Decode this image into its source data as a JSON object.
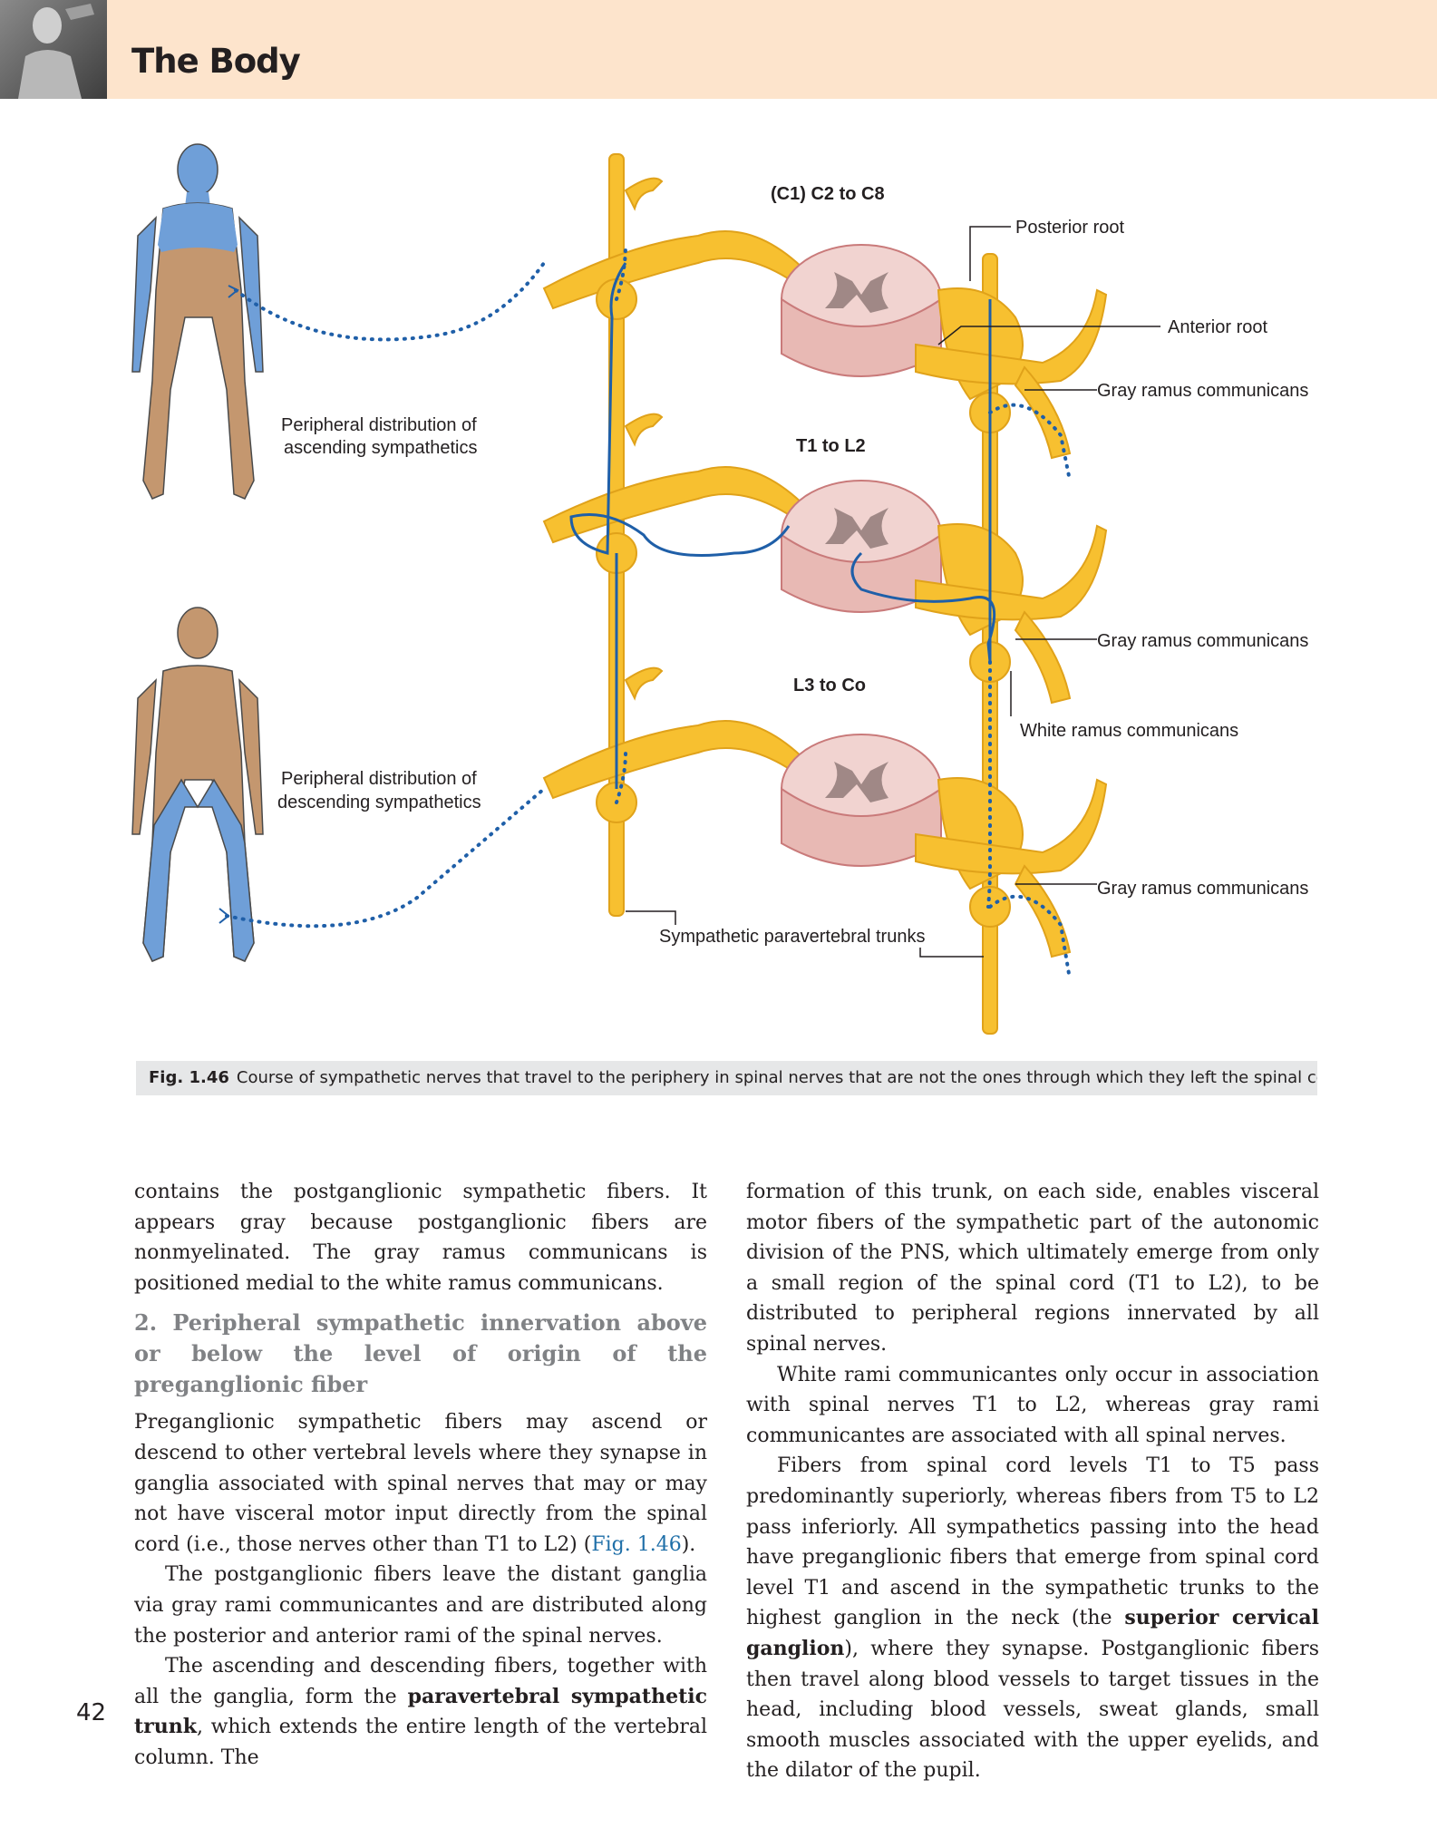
{
  "header": {
    "title": "The Body"
  },
  "figure": {
    "labels": {
      "c1c8": "(C1) C2 to C8",
      "t1l2": "T1 to L2",
      "l3co": "L3 to Co",
      "posterior_root": "Posterior root",
      "anterior_root": "Anterior root",
      "gray_ramus_1": "Gray ramus communicans",
      "gray_ramus_2": "Gray ramus communicans",
      "gray_ramus_3": "Gray ramus communicans",
      "white_ramus": "White ramus communicans",
      "asc_line1": "Peripheral distribution of",
      "asc_line2": "ascending sympathetics",
      "desc_line1": "Peripheral distribution of",
      "desc_line2": "descending sympathetics",
      "trunks": "Sympathetic paravertebral trunks"
    },
    "colors": {
      "nerve": "#f7c030",
      "nerve_edge": "#e0a21a",
      "fiber": "#1f5fa8",
      "skin": "#c4976f",
      "region": "#6f9fd8",
      "cord": "#f1d3d0"
    },
    "caption_label": "Fig. 1.46",
    "caption_text": "Course of sympathetic nerves that travel to the periphery in spinal nerves that are not the ones through which they left the spinal cord."
  },
  "body": {
    "left": {
      "p1": "contains the postganglionic sympathetic fibers. It appears gray because postganglionic fibers are nonmyelinated. The gray ramus communicans is positioned medial to the white ramus communicans.",
      "heading": "2. Peripheral sympathetic innervation above or below the level of origin of the preganglionic fiber",
      "p2_text": "Preganglionic sympathetic fibers may ascend or descend to other vertebral levels where they synapse in ganglia associated with spinal nerves that may or may not have visceral motor input directly from the spinal cord (i.e., those nerves other than T1 to L2) (",
      "p2_link": "Fig. 1.46",
      "p2_end": ").",
      "p3": "The postganglionic fibers leave the distant ganglia via gray rami communicantes and are distributed along the posterior and anterior rami of the spinal nerves.",
      "p4_text": "The ascending and descending fibers, together with all the ganglia, form the ",
      "p4_bold": "paravertebral sympathetic trunk",
      "p4_end": ", which extends the entire length of the vertebral column. The"
    },
    "right": {
      "p1": "formation of this trunk, on each side, enables visceral motor fibers of the sympathetic part of the autonomic division of the PNS, which ultimately emerge from only a small region of the spinal cord (T1 to L2), to be distributed to peripheral regions innervated by all spinal nerves.",
      "p2": "White rami communicantes only occur in association with spinal nerves T1 to L2, whereas gray rami communicantes are associated with all spinal nerves.",
      "p3_text": "Fibers from spinal cord levels T1 to T5 pass predominantly superiorly, whereas fibers from T5 to L2 pass inferiorly. All sympathetics passing into the head have preganglionic fibers that emerge from spinal cord level T1 and ascend in the sympathetic trunks to the highest ganglion in the neck (the ",
      "p3_bold": "superior cervical ganglion",
      "p3_end": "), where they synapse. Postganglionic fibers then travel along blood vessels to target tissues in the head, including blood vessels, sweat glands, small smooth muscles associated with the upper eyelids, and the dilator of the pupil."
    }
  },
  "page_number": "42"
}
